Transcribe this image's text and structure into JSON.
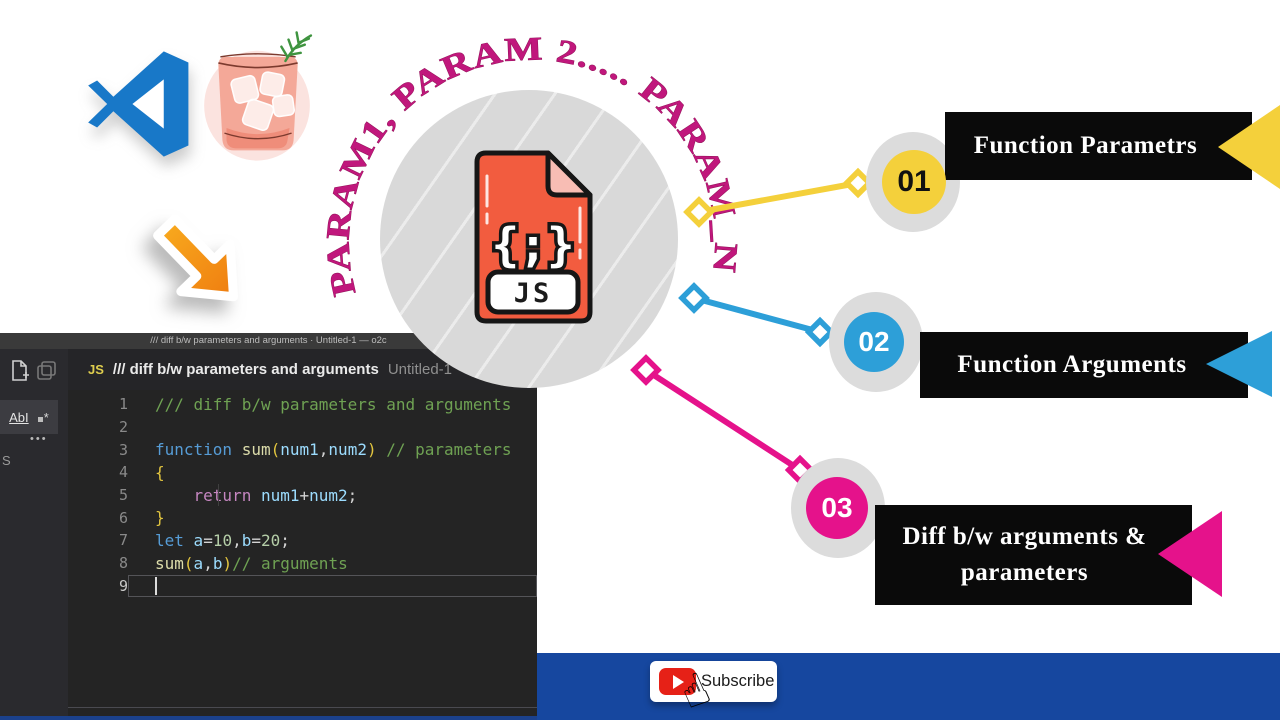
{
  "editor": {
    "window_title": "/// diff b/w parameters and arguments · Untitled-1 — o2c",
    "tab": {
      "badge": "JS",
      "title": "/// diff b/w parameters and arguments",
      "file": "Untitled-1",
      "modified_dot": "●"
    },
    "toolbar": {
      "text_tool": "AbI",
      "shape_tool": "*",
      "more": "•••",
      "side_letter": "S"
    },
    "cursor_line": 9,
    "code_lines": [
      [
        [
          "/// diff b/w parameters and arguments",
          "c"
        ]
      ],
      [],
      [
        [
          "function",
          "k"
        ],
        [
          " ",
          "p"
        ],
        [
          "sum",
          "f"
        ],
        [
          "(",
          "b"
        ],
        [
          "num1",
          "v"
        ],
        [
          ",",
          "p"
        ],
        [
          "num2",
          "v"
        ],
        [
          ")",
          "b"
        ],
        [
          " ",
          "p"
        ],
        [
          "// parameters",
          "c"
        ]
      ],
      [
        [
          "{",
          "b"
        ]
      ],
      [
        [
          "    ",
          "p"
        ],
        [
          "return",
          "ctrl"
        ],
        [
          " ",
          "p"
        ],
        [
          "num1",
          "v"
        ],
        [
          "+",
          "p"
        ],
        [
          "num2",
          "v"
        ],
        [
          ";",
          "p"
        ]
      ],
      [
        [
          "}",
          "b"
        ]
      ],
      [
        [
          "let",
          "k"
        ],
        [
          " ",
          "p"
        ],
        [
          "a",
          "v"
        ],
        [
          "=",
          "p"
        ],
        [
          "10",
          "n"
        ],
        [
          ",",
          "p"
        ],
        [
          "b",
          "v"
        ],
        [
          "=",
          "p"
        ],
        [
          "20",
          "n"
        ],
        [
          ";",
          "p"
        ]
      ],
      [
        [
          "sum",
          "f"
        ],
        [
          "(",
          "b"
        ],
        [
          "a",
          "v"
        ],
        [
          ",",
          "p"
        ],
        [
          "b",
          "v"
        ],
        [
          ")",
          "b"
        ],
        [
          "// arguments",
          "c"
        ]
      ],
      []
    ]
  },
  "diagram": {
    "curved_text": "PARAM1, PARAM 2..... PARAM_N",
    "curved_text_color": "#c0177c",
    "js_file_icon": {
      "symbol": "{;}",
      "label": "JS",
      "doc_color": "#f25c3f"
    },
    "items": [
      {
        "number": "01",
        "label": "Function Parametrs",
        "color": "#f4d03b"
      },
      {
        "number": "02",
        "label": "Function Arguments",
        "color": "#2d9fd8"
      },
      {
        "number": "03",
        "label": "Diff b/w arguments & parameters",
        "label_lines": [
          "Diff b/w arguments &",
          "parameters"
        ],
        "color": "#e5128b"
      }
    ]
  },
  "footer": {
    "bar_color": "#16479f",
    "subscribe": "Subscribe",
    "cursor_glyph": "☝"
  }
}
